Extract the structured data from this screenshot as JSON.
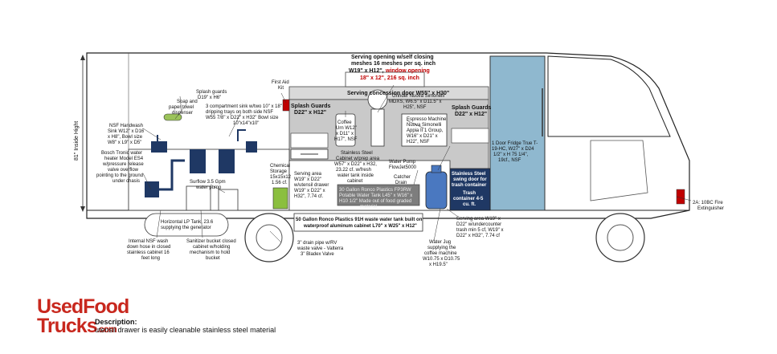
{
  "height_label": "81\" Inside Hight",
  "labels": {
    "serving_opening_1": "Serving opening w/self closing",
    "serving_opening_2": "meshes 16 meshes per sq. inch",
    "serving_opening_3": "W19\" x H12\",",
    "window_opening": "window opening",
    "window_opening_size": "18\" x 12\", 216 sq. inch",
    "concession_door": "Serving concession door W55\" x H30\"",
    "first_aid_1": "First Aid",
    "first_aid_2": "Kit",
    "soap_1": "Soap and",
    "soap_2": "paper towel",
    "soap_3": "dispenser",
    "splash_left_1": "Splash guards",
    "splash_left_2": "D19\" x H6\"",
    "sink3_1": "3 compartment sink w/two 10\" x 18\"",
    "sink3_2": "dripping trays on both side NSF",
    "sink3_3": "W55 7/8\" x D22\" x H32\" Bowl size",
    "sink3_4": "10\"x14\"x10\"",
    "handwash_1": "NSF Handwash",
    "handwash_2": "Sink W12\" x D16",
    "handwash_3": "x H8\", Bowl size",
    "handwash_4": "W8\" x L9\" x D5\"",
    "heater_1": "Bosch Tronic water",
    "heater_2": "heater Model ES4",
    "heater_3": "w/pressure release",
    "heater_4": "valve overflow",
    "heater_5": "pointing to the ground",
    "heater_6": "under chasis",
    "pump_1": "Surflow 3.5 Gpm",
    "pump_2": "water pump",
    "chem_1": "Chemical",
    "chem_2": "Storage",
    "chem_3": "15x15x12",
    "chem_4": "1.56 cf.",
    "splash_mid_1": "Splash Guards",
    "splash_mid_2": "D22\" x H12\"",
    "urn_1": "Coffee",
    "urn_2": "Urn W12\"",
    "urn_3": "x D11\" x",
    "urn_4": "H17\", NSF",
    "grinder_1": "Grinder Nuova Simonelli",
    "grinder_2": "MDXS, W6.5\" x D11.5\" x",
    "grinder_3": "H25\", NSF",
    "espresso_1": "Espresso Machine",
    "espresso_2": "Nuova Simonelli",
    "espresso_3": "Appia II 1 Group,",
    "espresso_4": "W16\" x D21\" x",
    "espresso_5": "H22\", NSF",
    "splash_right_1": "Splash Guards",
    "splash_right_2": "D22\" x H12\"",
    "wiper_1": "Stainless Steel",
    "wiper_2": "Cabinet w/prep area",
    "wiper_3": "W57\" x D22\" x H32,",
    "wiper_4": "23.22 cf. w/fresh",
    "wiper_5": "water tank inside",
    "wiper_6": "cabinet",
    "serve_drawer_1": "Serving area",
    "serve_drawer_2": "W19\" x D22\"",
    "serve_drawer_3": "w/utensil drawer",
    "serve_drawer_4": "W19\" x D22\" x",
    "serve_drawer_5": "H32\", 7.74 cf.",
    "fresh_tank_1": "30 Gallon Ronco Plastics FP3RW",
    "fresh_tank_2": "Potable Water Tank L45\" x W16\" x",
    "fresh_tank_3": "H10 1/2\" Made out of food graded",
    "fresh_tank_4": "material",
    "waste_tank_1": "50 Gallon Ronco Plastics 91H waste water tank built on",
    "waste_tank_2": "waterproof aluminum cabinet L70\" x W25\" x H12\"",
    "flowjet_1": "Water Pump",
    "flowjet_2": "FlowJet5000",
    "catcher_1": "Catcher",
    "catcher_2": "Drain",
    "fridge_1": "1 Door Fridge True T-",
    "fridge_2": "19-HC, W27\" x D24",
    "fridge_3": "1/2\" x H 75 1/4\",",
    "fridge_4": "19cf., NSF",
    "swing_1": "Stainless Steel",
    "swing_2": "swing door for",
    "swing_3": "trash container",
    "trash_1": "Trash",
    "trash_2": "container 4-5",
    "trash_3": "cu. ft.",
    "serve_trash_1": "Serving area W19\" x",
    "serve_trash_2": "D22\" w/undercounter",
    "serve_trash_3": "trash min 5 cf, W19\" x",
    "serve_trash_4": "D22\" x H32\", 7.74 cf",
    "extinguisher_1": "2A: 10BC Fire",
    "extinguisher_2": "Extinguisher",
    "lp_1": "Horizontal LP Tank, 23.6",
    "lp_2": "supplying the generator",
    "nsf_wash_1": "Internal NSF wash",
    "nsf_wash_2": "down hose in closed",
    "nsf_wash_3": "stainless cabinet 16",
    "nsf_wash_4": "feet long",
    "sanitizer_1": "Sanitizer bucket closed",
    "sanitizer_2": "cabinet w/holding",
    "sanitizer_3": "mechanism to hold",
    "sanitizer_4": "bucket",
    "drain_1": "3\" drain pipe w/RV",
    "drain_2": "waste valve - Valterra",
    "drain_3": "3\" Bladex Valve",
    "jug_1": "Water Jug",
    "jug_2": "supplying the",
    "jug_3": "coffee machine",
    "jug_4": "W10.75 x D10.75",
    "jug_5": "x H19.5\""
  },
  "logo": {
    "line1": "UsedFood",
    "line2": "Trucks",
    "suffix": ".com"
  },
  "description": {
    "label": "Description:",
    "text": "utensil drawer is easily cleanable stainless steel material"
  },
  "colors": {
    "navy": "#1f3864",
    "fridge": "#8fb8cf",
    "tank_blue": "#4a78c0",
    "chem_green": "#8bbf3f",
    "red": "#c00000",
    "logo_red": "#c8281e"
  }
}
